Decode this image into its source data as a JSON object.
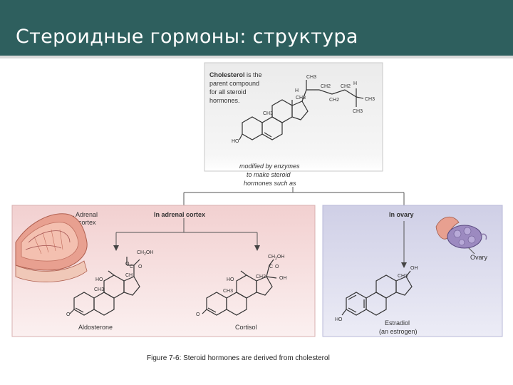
{
  "slide": {
    "title": "Стероидные гормоны: структура",
    "caption": "Figure 7-6: Steroid hormones are derived from cholesterol"
  },
  "figure": {
    "cholesterol_text": {
      "bold": "Cholesterol",
      "line1_rest": " is the",
      "line2": "parent compound",
      "line3": "for all steroid",
      "line4": "hormones."
    },
    "modified_text": [
      "modified by enzymes",
      "to make steroid",
      "hormones such as"
    ],
    "adrenal": {
      "heading": "In adrenal cortex",
      "organ_label": [
        "Adrenal",
        "cortex"
      ],
      "aldosterone": "Aldosterone",
      "cortisol": "Cortisol"
    },
    "ovary": {
      "heading": "In ovary",
      "organ_label": "Ovary",
      "estradiol": "Estradiol",
      "estradiol_note": "(an estrogen)"
    },
    "chem_labels": {
      "ch3": "CH3",
      "ch2": "CH2",
      "ch": "CH",
      "h": "H",
      "c": "C",
      "ho": "HO",
      "oh": "OH",
      "o": "O",
      "ch2oh": "CH2OH",
      "c_eq_o": "C=O",
      "ch3_1": "CH",
      "ch_sub": "3",
      "ch2_sub": "2"
    },
    "colors": {
      "header": "#2e5f5e",
      "adrenal_bg": "#f6dede",
      "ovary_bg": "#dcdcee",
      "cholesterol_bg": "#f1f1f1"
    }
  }
}
